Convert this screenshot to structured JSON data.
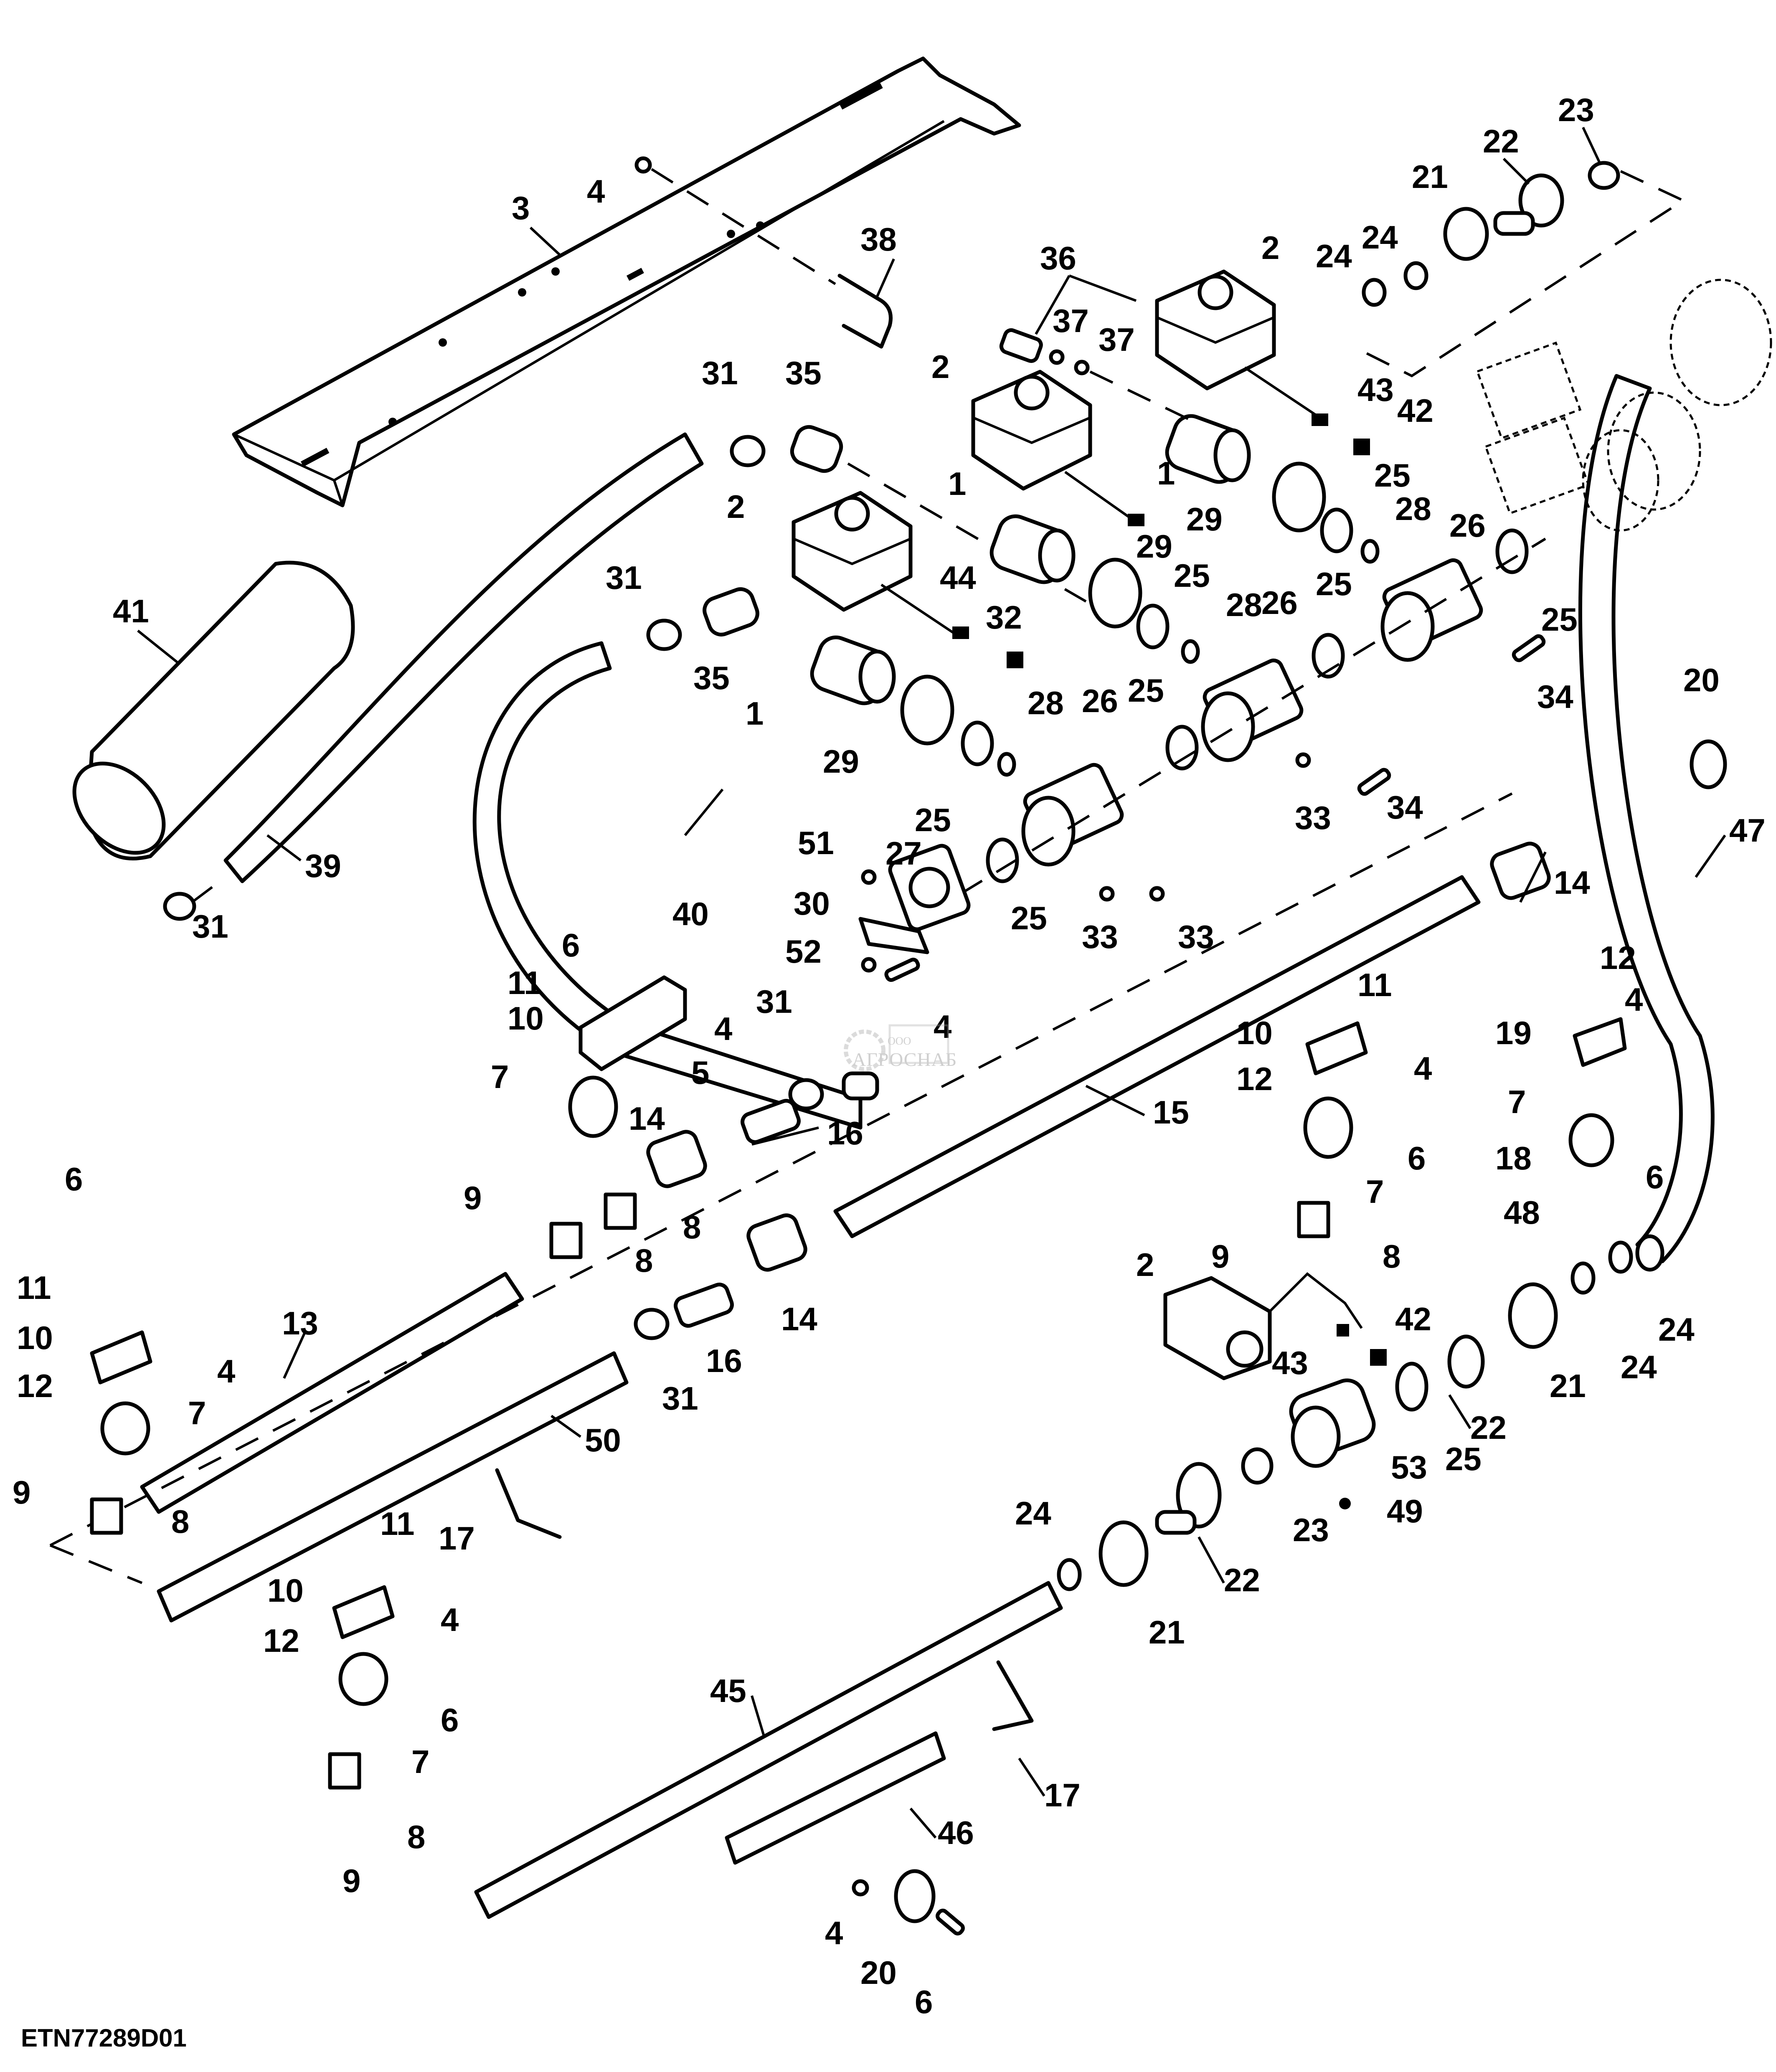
{
  "figure": {
    "id": "ETN77289D01",
    "type": "exploded parts diagram",
    "watermark": {
      "prefix": "ООО",
      "name": "АГРОСНАБ"
    }
  },
  "callouts": [
    {
      "n": "3"
    },
    {
      "n": "4"
    },
    {
      "n": "38"
    },
    {
      "n": "36"
    },
    {
      "n": "37"
    },
    {
      "n": "37"
    },
    {
      "n": "2"
    },
    {
      "n": "23"
    },
    {
      "n": "22"
    },
    {
      "n": "21"
    },
    {
      "n": "24"
    },
    {
      "n": "24"
    },
    {
      "n": "43"
    },
    {
      "n": "42"
    },
    {
      "n": "2"
    },
    {
      "n": "1"
    },
    {
      "n": "1"
    },
    {
      "n": "31"
    },
    {
      "n": "35"
    },
    {
      "n": "2"
    },
    {
      "n": "29"
    },
    {
      "n": "29"
    },
    {
      "n": "25"
    },
    {
      "n": "28"
    },
    {
      "n": "26"
    },
    {
      "n": "25"
    },
    {
      "n": "25"
    },
    {
      "n": "28"
    },
    {
      "n": "25"
    },
    {
      "n": "26"
    },
    {
      "n": "25"
    },
    {
      "n": "41"
    },
    {
      "n": "31"
    },
    {
      "n": "35"
    },
    {
      "n": "44"
    },
    {
      "n": "32"
    },
    {
      "n": "1"
    },
    {
      "n": "34"
    },
    {
      "n": "20"
    },
    {
      "n": "29"
    },
    {
      "n": "25"
    },
    {
      "n": "28"
    },
    {
      "n": "26"
    },
    {
      "n": "33"
    },
    {
      "n": "34"
    },
    {
      "n": "47"
    },
    {
      "n": "39"
    },
    {
      "n": "31"
    },
    {
      "n": "27"
    },
    {
      "n": "51"
    },
    {
      "n": "25"
    },
    {
      "n": "33"
    },
    {
      "n": "33"
    },
    {
      "n": "14"
    },
    {
      "n": "40"
    },
    {
      "n": "30"
    },
    {
      "n": "52"
    },
    {
      "n": "6"
    },
    {
      "n": "11"
    },
    {
      "n": "10"
    },
    {
      "n": "4"
    },
    {
      "n": "4"
    },
    {
      "n": "31"
    },
    {
      "n": "7"
    },
    {
      "n": "5"
    },
    {
      "n": "14"
    },
    {
      "n": "16"
    },
    {
      "n": "15"
    },
    {
      "n": "11"
    },
    {
      "n": "10"
    },
    {
      "n": "4"
    },
    {
      "n": "12"
    },
    {
      "n": "6"
    },
    {
      "n": "7"
    },
    {
      "n": "12"
    },
    {
      "n": "4"
    },
    {
      "n": "19"
    },
    {
      "n": "7"
    },
    {
      "n": "18"
    },
    {
      "n": "6"
    },
    {
      "n": "48"
    },
    {
      "n": "9"
    },
    {
      "n": "8"
    },
    {
      "n": "8"
    },
    {
      "n": "6"
    },
    {
      "n": "8"
    },
    {
      "n": "9"
    },
    {
      "n": "2"
    },
    {
      "n": "11"
    },
    {
      "n": "10"
    },
    {
      "n": "4"
    },
    {
      "n": "12"
    },
    {
      "n": "7"
    },
    {
      "n": "13"
    },
    {
      "n": "14"
    },
    {
      "n": "16"
    },
    {
      "n": "31"
    },
    {
      "n": "50"
    },
    {
      "n": "42"
    },
    {
      "n": "43"
    },
    {
      "n": "21"
    },
    {
      "n": "22"
    },
    {
      "n": "53"
    },
    {
      "n": "25"
    },
    {
      "n": "24"
    },
    {
      "n": "24"
    },
    {
      "n": "9"
    },
    {
      "n": "8"
    },
    {
      "n": "17"
    },
    {
      "n": "11"
    },
    {
      "n": "10"
    },
    {
      "n": "4"
    },
    {
      "n": "12"
    },
    {
      "n": "6"
    },
    {
      "n": "7"
    },
    {
      "n": "8"
    },
    {
      "n": "9"
    },
    {
      "n": "24"
    },
    {
      "n": "21"
    },
    {
      "n": "22"
    },
    {
      "n": "23"
    },
    {
      "n": "49"
    },
    {
      "n": "45"
    },
    {
      "n": "46"
    },
    {
      "n": "17"
    },
    {
      "n": "4"
    },
    {
      "n": "20"
    },
    {
      "n": "6"
    }
  ]
}
